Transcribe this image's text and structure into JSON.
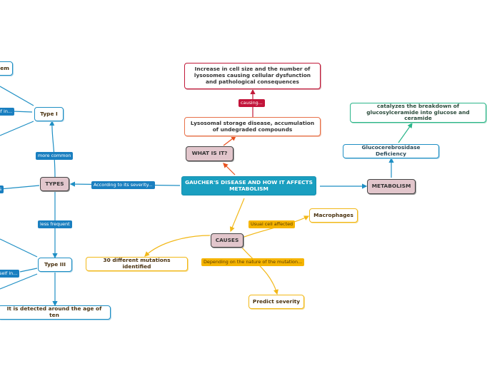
{
  "nodes": {
    "central": "GAUCHER'S DISEASE AND HOW IT AFFECTS METABOLISM",
    "what_is_it": "WHAT IS IT?",
    "lysosomal": "Lysosomal storage disease, accumulation of undegraded compounds",
    "increase": "Increase in cell size and the number of lysosomes causing cellular dysfunction and pathological consequences",
    "metabolism": "METABOLISM",
    "gluco_def": "Glucocerebrosidase Deficiency",
    "catalyzes": "catalyzes the breakdown of glucosylceramide into glucose and ceramide",
    "types": "TYPES",
    "type1": "Type I",
    "type3": "Type III",
    "detected": "It is detected around the age of ten",
    "causes": "CAUSES",
    "macrophages": "Macrophages",
    "mutations": "30 different mutations identified",
    "severity": "Predict severity",
    "partial_top": "em"
  },
  "labels": {
    "causing": "causing...",
    "according": "According to its severity...",
    "more_common": "more common",
    "less_frequent": "less frequent",
    "usual_cell": "Usual cell affected",
    "depending": "Depending on the nature of the mutation...",
    "partial_1": "lf in...",
    "partial_2": "s",
    "partial_3": "self in..."
  },
  "colors": {
    "central": "#1a9fc0",
    "main_fill": "#e2c6cc",
    "red": "#c21a3a",
    "orange": "#e8714a",
    "green": "#2bb58a",
    "blue": "#1f8fc4",
    "yellow": "#f2b818"
  }
}
